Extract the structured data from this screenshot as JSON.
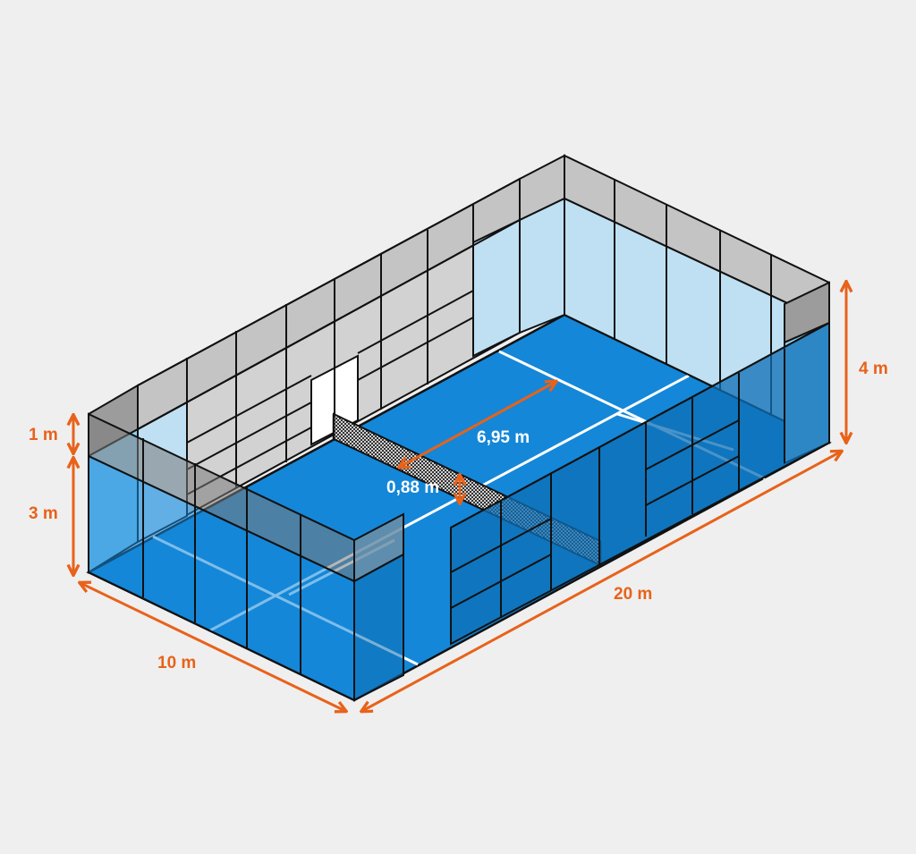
{
  "dimensions": {
    "width": "10 m",
    "length": "20 m",
    "wall_height_total": "4 m",
    "wall_height_lower": "3 m",
    "wall_height_upper": "1 m",
    "net_height": "0,88 m",
    "service_distance": "6,95 m"
  },
  "colors": {
    "background": "#efefef",
    "court_floor": "#1487d8",
    "court_floor_dark": "#0e6fb5",
    "glass": "#bfe0f2",
    "mesh": "#c9c9c9",
    "court_lines": "#ffffff",
    "dimension_arrows": "#e8621a",
    "frame": "#111111"
  }
}
